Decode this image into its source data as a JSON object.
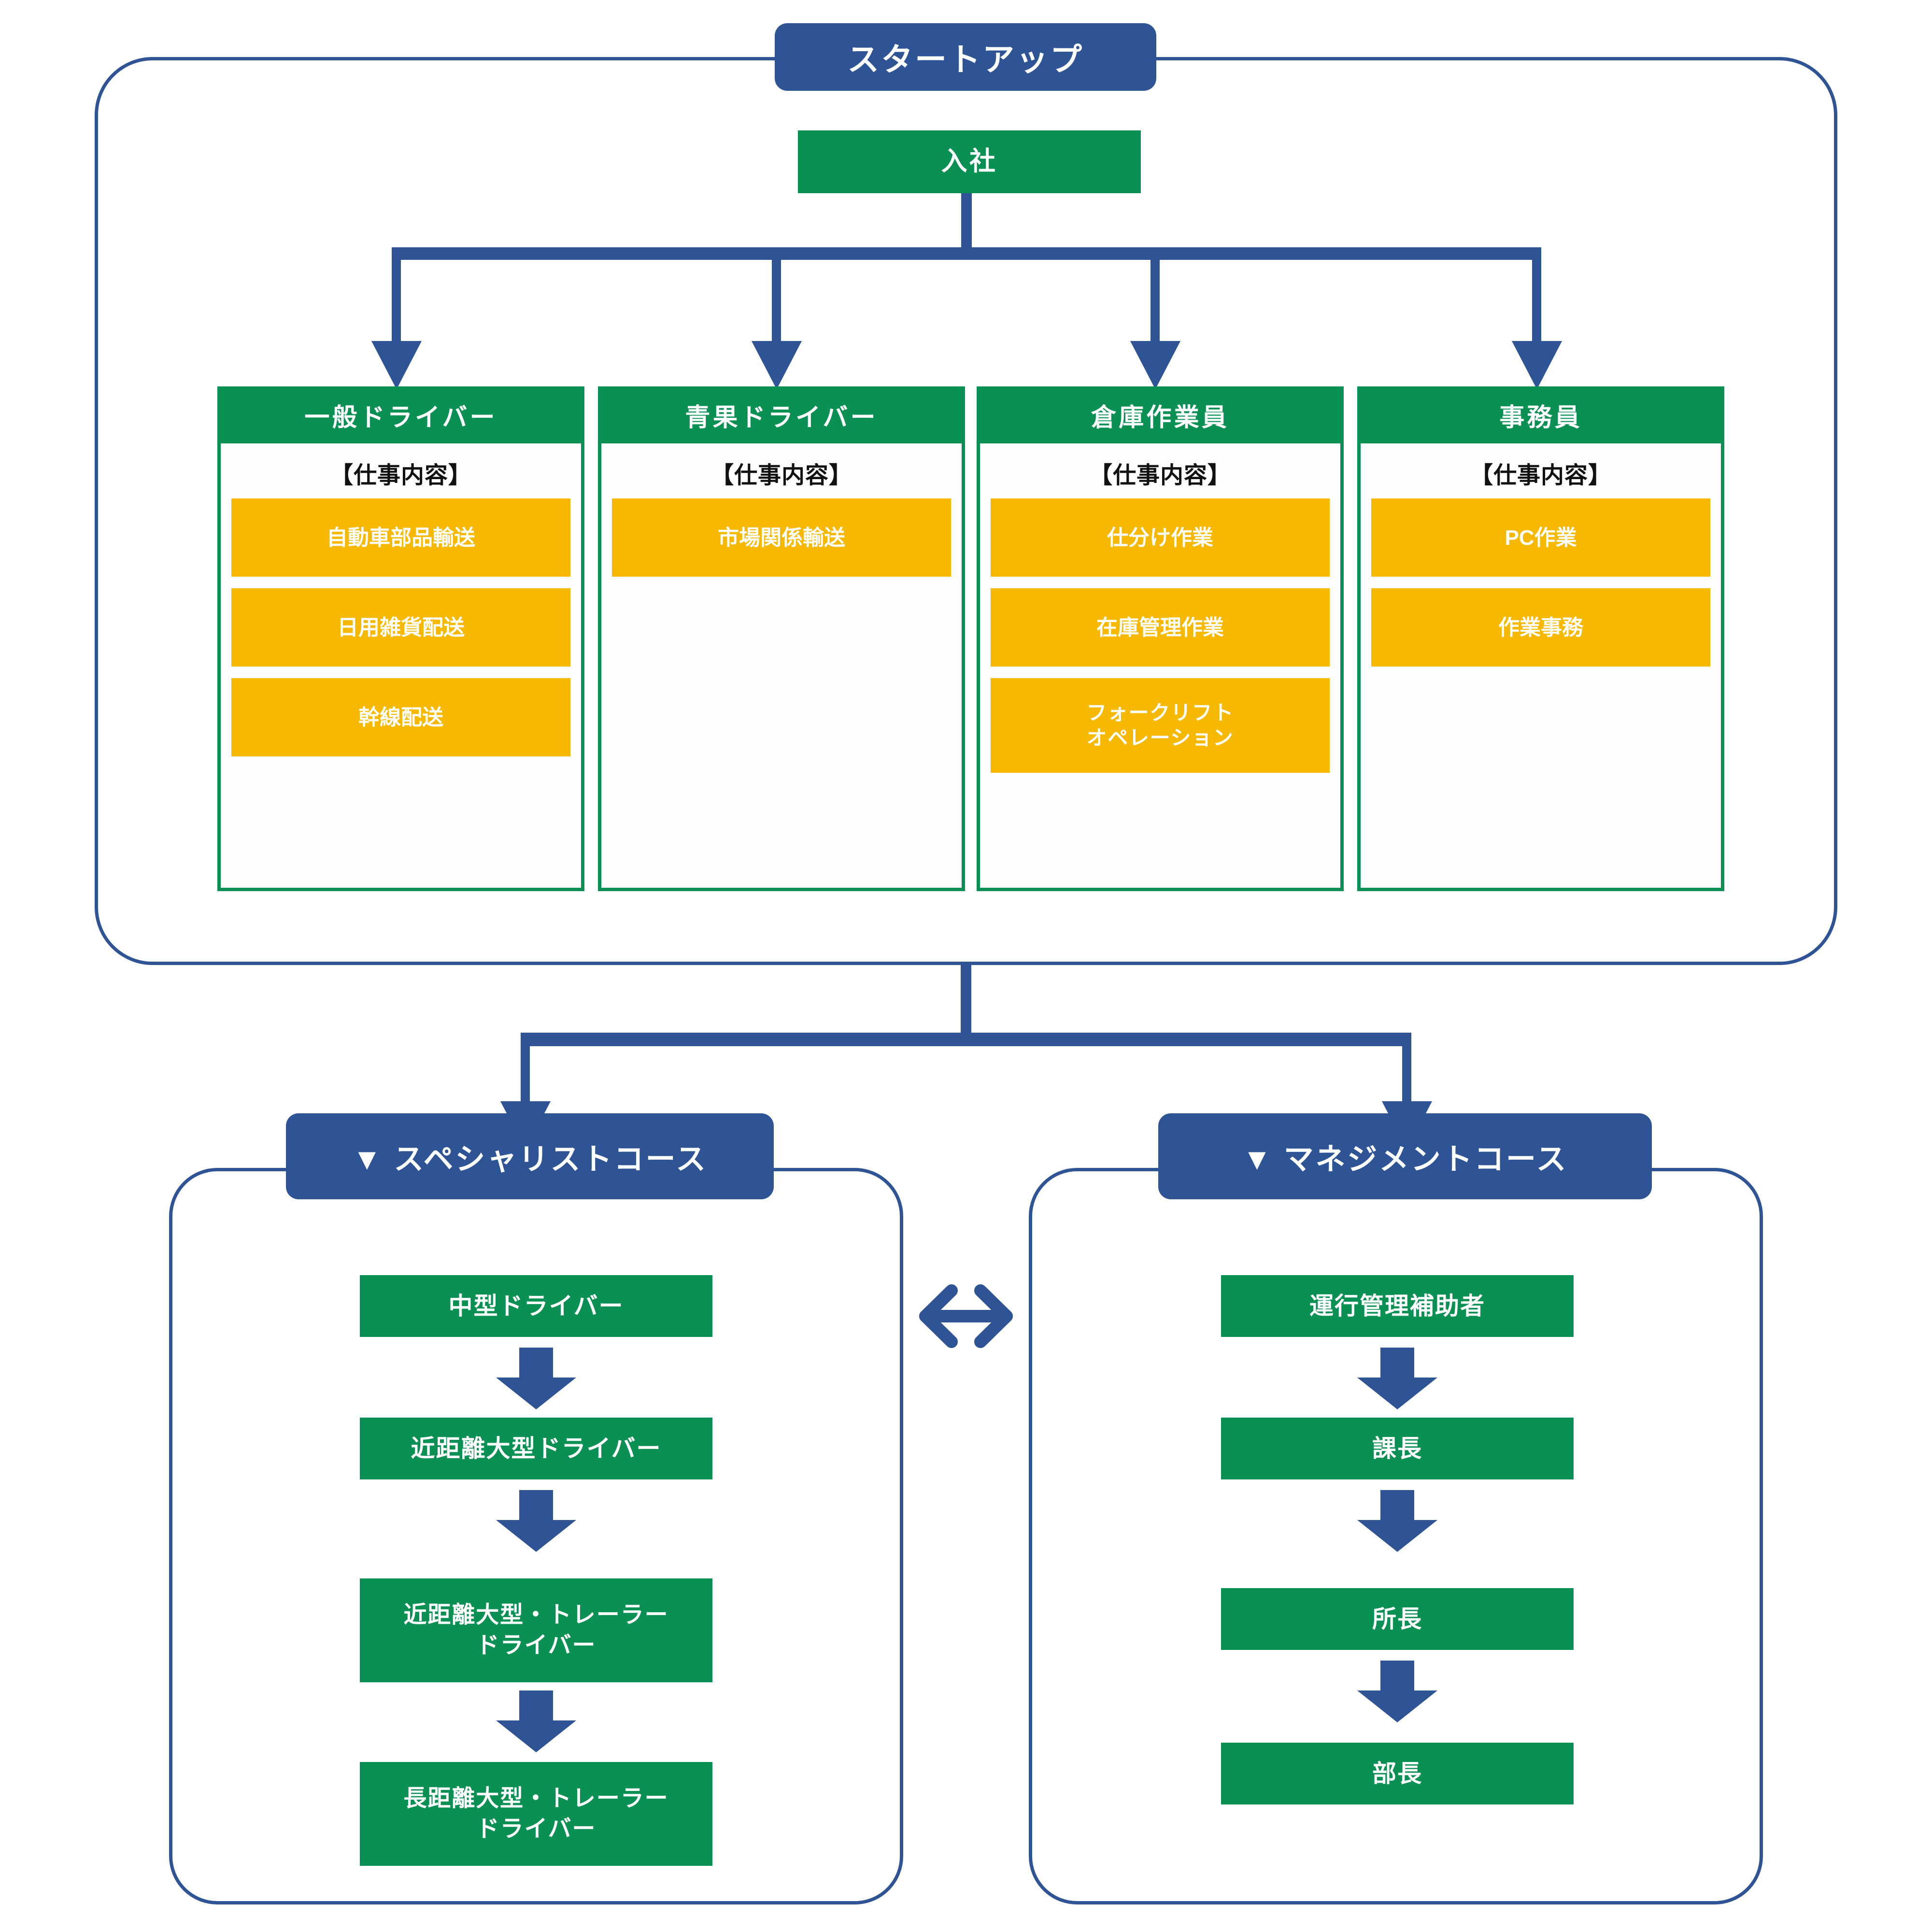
{
  "colors": {
    "blue": "#2e5496",
    "green": "#0a9053",
    "yellow": "#f7b801",
    "white": "#ffffff",
    "text_dark": "#111111"
  },
  "startup_panel": {
    "title": "スタートアップ",
    "entry_box": "入社",
    "job_subtitle": "【仕事内容】",
    "columns": [
      {
        "name": "一般ドライバー",
        "subtitle": "【仕事内容】",
        "tasks": [
          "自動車部品輸送",
          "日用雑貨配送",
          "幹線配送"
        ]
      },
      {
        "name": "青果ドライバー",
        "subtitle": "【仕事内容】",
        "tasks": [
          "市場関係輸送"
        ]
      },
      {
        "name": "倉庫作業員",
        "subtitle": "【仕事内容】",
        "tasks": [
          "仕分け作業",
          "在庫管理作業",
          "フォークリフト\nオペレーション"
        ]
      },
      {
        "name": "事務員",
        "subtitle": "【仕事内容】",
        "tasks": [
          "PC作業",
          "作業事務"
        ]
      }
    ]
  },
  "courses": {
    "swap_icon": "bidirectional-arrow",
    "specialist": {
      "title": "▼ スペシャリストコース",
      "steps": [
        "中型ドライバー",
        "近距離大型ドライバー",
        "近距離大型・トレーラー\nドライバー",
        "長距離大型・トレーラー\nドライバー"
      ]
    },
    "management": {
      "title": "▼ マネジメントコース",
      "steps": [
        "運行管理補助者",
        "課長",
        "所長",
        "部長"
      ]
    }
  }
}
